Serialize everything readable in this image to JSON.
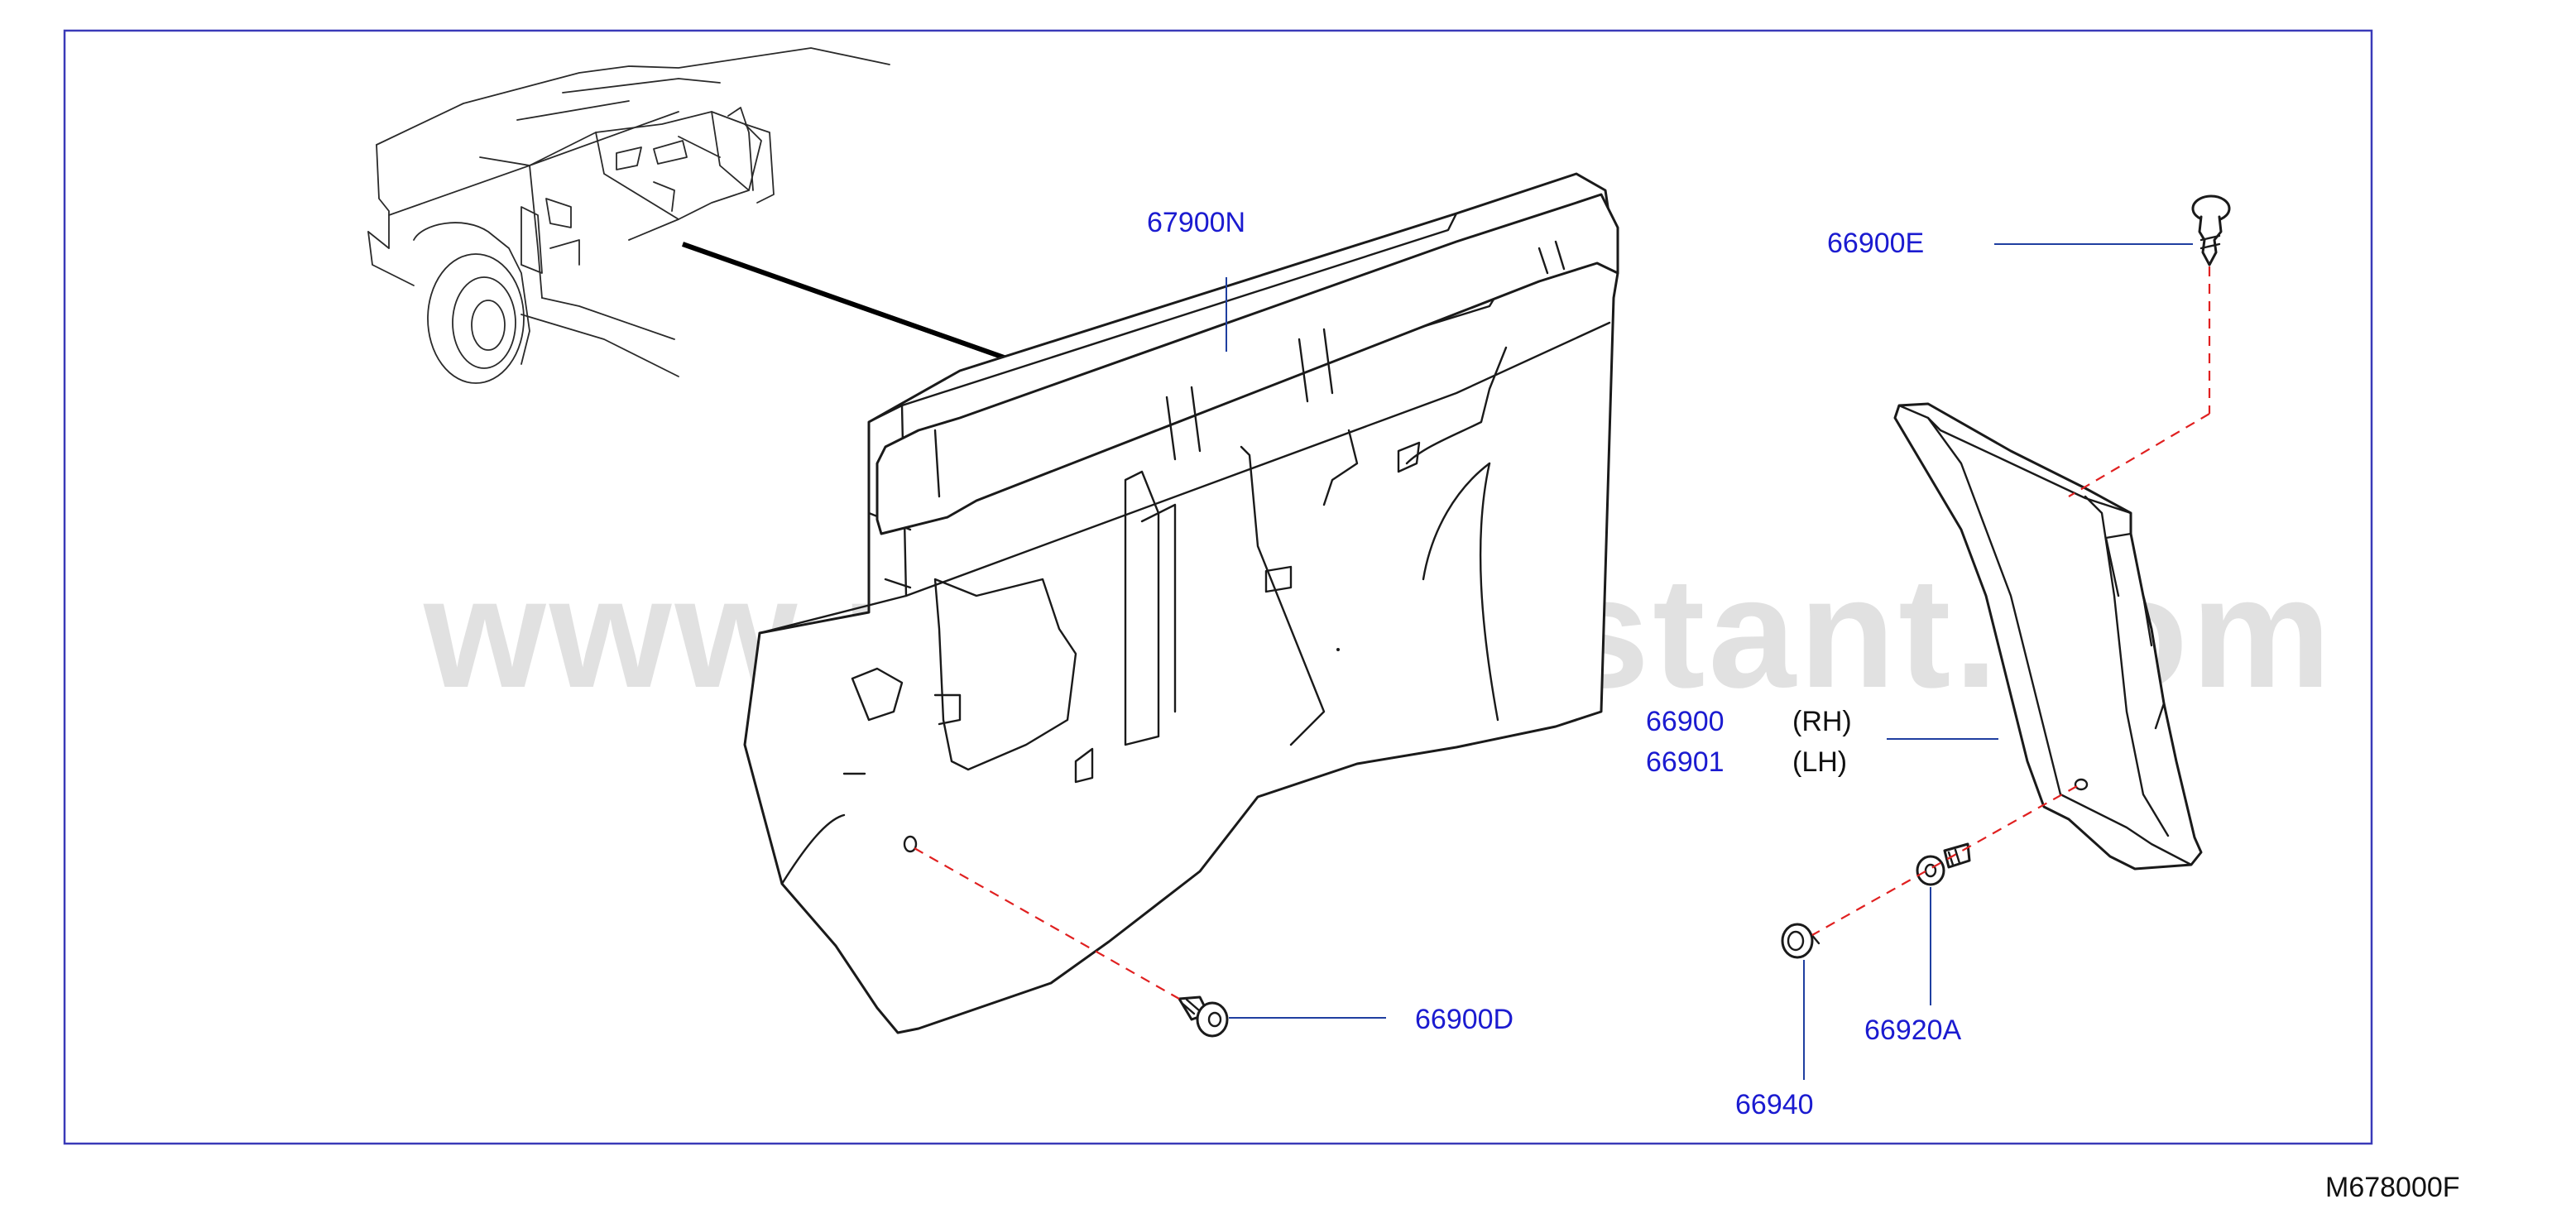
{
  "watermark": "www.partsassistant.com",
  "figure_ref": "M678000F",
  "callouts": {
    "p67900N": "67900N",
    "p66900E": "66900E",
    "p66900": "66900",
    "p66900_side": "(RH)",
    "p66901": "66901",
    "p66901_side": "(LH)",
    "p66900D": "66900D",
    "p66920A": "66920A",
    "p66940": "66940"
  },
  "colors": {
    "frame": "#3a3ab8",
    "callout_text": "#1b1bd0",
    "leader": "#1f3fa0",
    "dashed_guide": "#e02020",
    "watermark": "#c8c8c8"
  }
}
